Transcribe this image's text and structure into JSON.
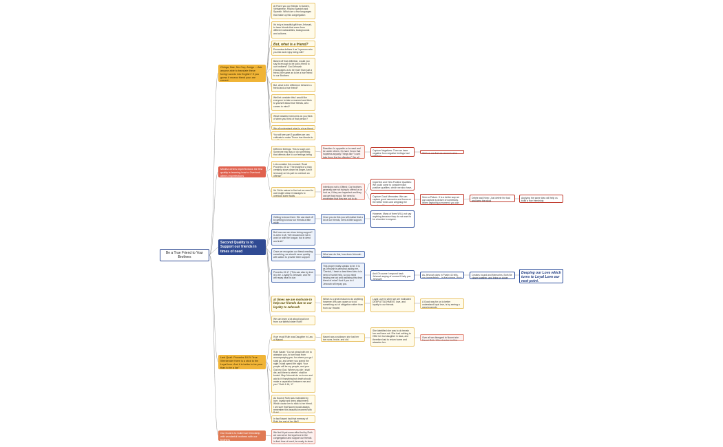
{
  "root": {
    "label": "Be a True Friend to Your Brothers"
  },
  "main": {
    "m1": "Chinga, Bae, Mo Cup, Amigo ... Ask anyone able to translate these foreign words into English? If you guess it means friend your are correct.",
    "m2": "Mindful others Imperfections the first quality is learning how to Overlook others imperfections",
    "m3": "Second Quality is to Support our friends in times of need",
    "m4": "Last Quali. Proverbs 18:24 \"true Weekender there is a stick to the Loyal love. And it is better to be poor than to be a liar\"",
    "m5": "Our Goal is to build true friendship with wonderful brothers with our brothers"
  },
  "col1": [
    "At Fluen you our friends in Garden, Vietnamese, Filipino Spanish and Spanish. Which are a few languages that make up this congregation",
    "It's truly a beautiful gift from Jehovah, to have friends that come from different nationalities, backgrounds and cultures.",
    "But, what is a friend?",
    "Encarnina defines it as \"a person who you like and enjoy being with\"",
    "Based off that definition, would you say its enough to be just a friend to our brothers? God Jehovah encourages us to be more than just a friend, the same as to be a true friend to our Brothers",
    "But, what is the difference between a friend and a true friend?",
    "Well let consider this I would like everyone to take a moment and think to yourself about true friends, who comes to mind?",
    "What beautiful memories do you think of when you think of that person?",
    "We all understand what is a true friend",
    "You will see part 3 qualities we can cultivate to make Those true friends to our Brothers"
  ],
  "col2": [
    "Different feelings: This is tough one. Someone may say or do something that offends due to our feelings being involved",
    "Lets consider this counsel: Read Proverbs 19:11 \"The insight of a man certainly slows down his anger, And it is beauty on his part to overlook an offense\"",
    "It's Ok its nature to find out we need to use insight clean it manages to overlook some faults",
    "Getting to know them: We can start off by getting to know our friends a little more",
    "But how can we show loving support? Is John 3:18, \"We should love not in word or with the tongue, but in deed and truth\"",
    "Once we recognize our friend needing something, we should move quickly with action to provide them support",
    "Proverbs 19:17 (\"This can also by love is to be. Loyalty to Jehovah, and He will repay what is due.",
    "at times we are motivate to help our friends due to our loyalty to Jehovah",
    "We can learn a lot about loyal love from our faithful sister Ruth!",
    "If we recall Ruth was Daughter in Law of Naomi",
    "Ruth Sarah: \"Do not plead with me to abandon you, to turn back from accompanying you; for where you go I shall go, and where you spend the night I shall spend the night. Your people will be my people, and your God my God. Where you die I shall die, and there is where I shall be buried. May Jehovah do so to me and add to it if anything but death should make a separation between me and you.\" Ruth 1:16, 17",
    "As Source Ruth was motivated by love, loyalty and deep attachment. Which cause her to stick to her friend. I am sure that Naomi would always remember this beautiful moment with Ruth!",
    "In fact Naomi had that memory of Ruth the rest of her life!!!",
    "We find lit put some effort but by Ruth we can serve the loyal love in the congregation and support our friends in their time of need, be ready to show them loyal love even when it's hard"
  ],
  "col3": [
    "Reaction: In opposite or to react and be under others, it's hard. Know that hopeless anyway Things like \"I can't take them first be offended.\" We all get hurt and stay",
    "Intentions not to Offend: Our brothers generally are not trying to offend us or hurt us, if they are imperfect and they can get bad mood, We need to remember that they are out to do something to offend somebody.",
    "Once you do this you will realize that a lot of our friends, need a little support.",
    "What can do this, how does Jehovah Feel??",
    "This proper really speaks to be. It is as Jehovah is personal asking me, \"Derrick, I have a dear friend who is in need of some help, so you mind helping me out and assisting this dear friend of mine? And if you do I Jehovah will repay you.",
    "Which is a great reason to do anything however, this can cause us to do something out of obligation rather than from our Hearts!",
    "Naomi was a widower, she lost her two sons, broke, and old."
  ],
  "col4": [
    "Capture Negatives: Then we have negative from negative feelings bad behavior",
    "Imperfect and View Positive Qualities: We could come to consider each positive qualities, which we also have, so it overcomes the offense.",
    "Capture Good Memories: We can capture good memories and focus on the better times and weighing the good qualities over the bad ones.",
    "However, Many of them WILL not say anything because they do not want to be a burden to anyone.",
    "And Of course I respond back Jehovah saying of course ill help you Jehovah!",
    "Loyal Love is when we are motivated DEEP ATTACHMENT, love, and loyalty to our friends.",
    "She identified she was to do terrain her and have not. She had nothing to Offer her but daughter in laws, and therefore had to return home and abandon her."
  ],
  "col5": [
    "Well we are that we respect value them",
    "Seen a Picture. If is a better way we can capture a picture of somebody. When capturing a moment, you can see their positive picture.",
    "As Jehovah does in Psalm 44 tells, you immediately... in that stance. Back",
    "A Good way for us to better understand loyal love, is by seeing a great example.",
    "Over all we disregard to Naomi she Naomi Ruth. Who chapter had the Ruth"
  ],
  "col6": [
    "Delete and Keep: Just delete the bad and keep the good",
    "Creates bound and Memories. Both Be closer together, and bring us closer"
  ],
  "col7": [
    "Applying the same idea will help us build a true friendship.",
    "Deeping our Love which turns to Loyal Love our next point."
  ]
}
